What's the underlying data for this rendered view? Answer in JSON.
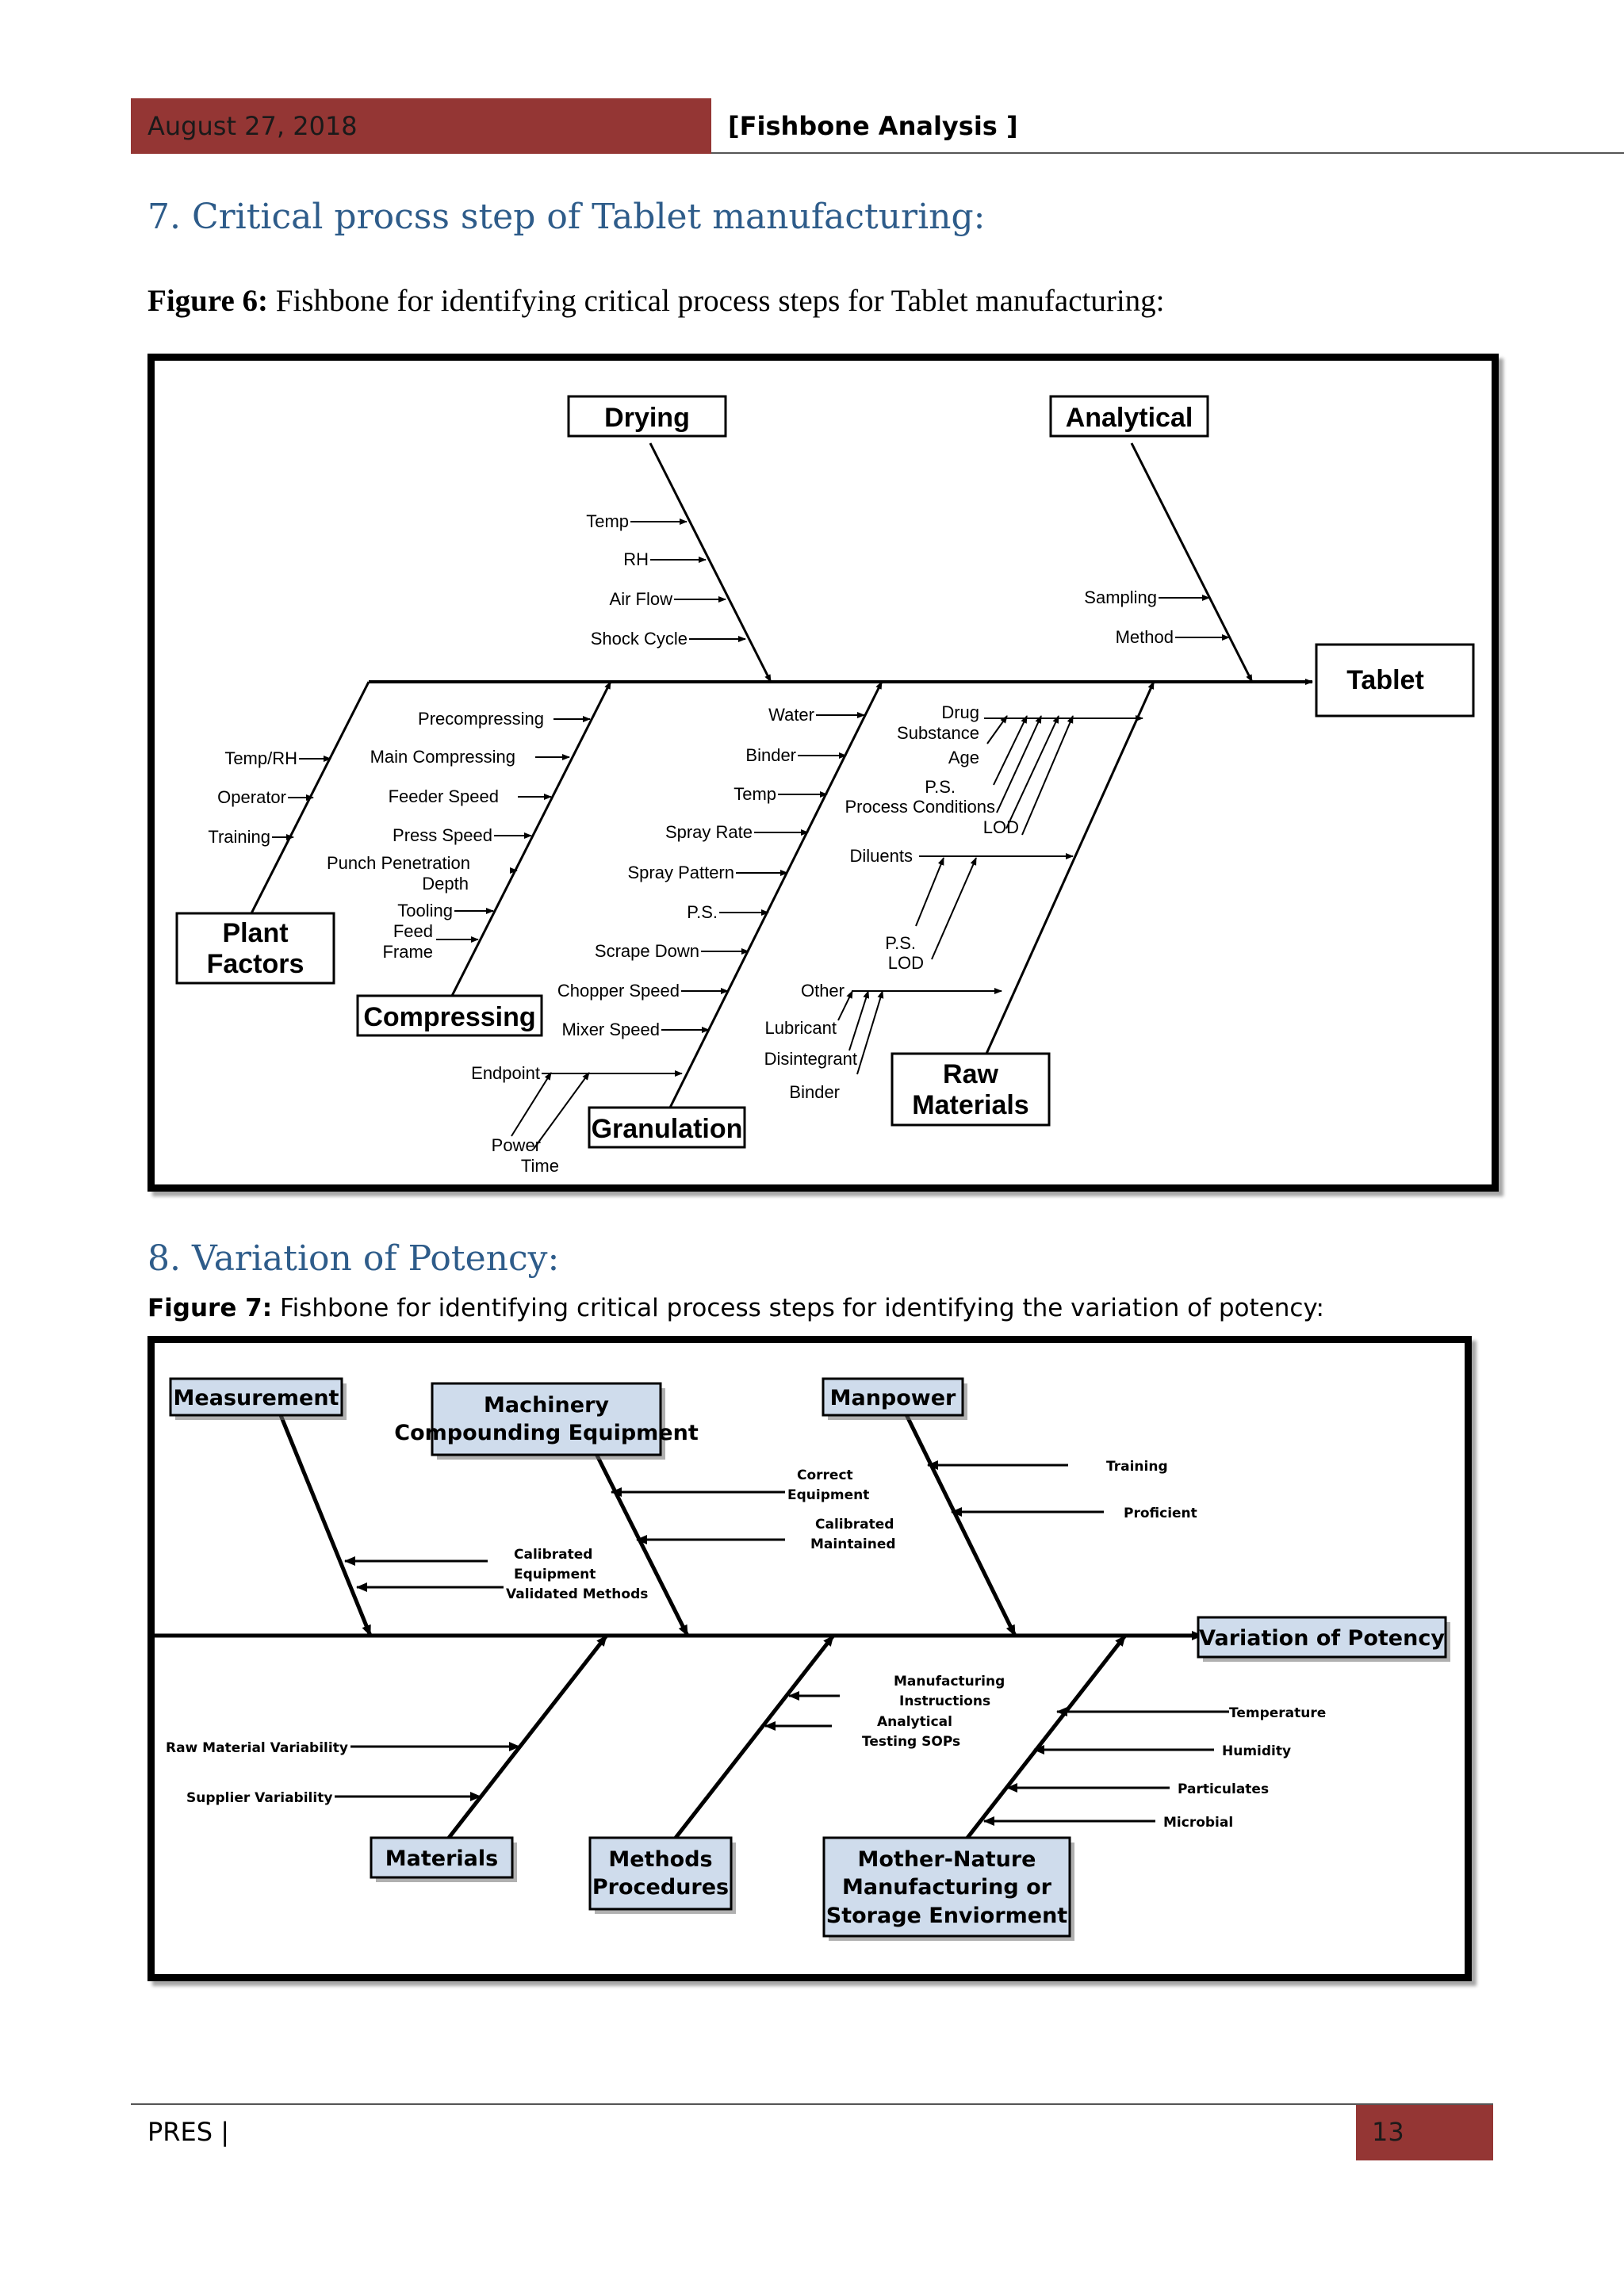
{
  "header": {
    "date": "August 27, 2018",
    "title": "[Fishbone Analysis ]"
  },
  "section7": {
    "heading": "7.  Critical procss step of Tablet manufacturing:",
    "caption_bold": "Figure 6:",
    "caption_text": " Fishbone for identifying critical process steps for Tablet manufacturing:"
  },
  "figure6": {
    "effect": "Tablet",
    "categories": {
      "drying": "Drying",
      "analytical": "Analytical",
      "plant_factors": [
        "Plant",
        "Factors"
      ],
      "compressing": "Compressing",
      "granulation": "Granulation",
      "raw_materials": [
        "Raw",
        "Materials"
      ]
    },
    "drying_causes": [
      "Temp",
      "RH",
      "Air Flow",
      "Shock Cycle"
    ],
    "analytical_causes": [
      "Sampling",
      "Method"
    ],
    "plant_factors_causes": [
      "Temp/RH",
      "Operator",
      "Training"
    ],
    "compressing_causes": [
      "Precompressing",
      "Main Compressing",
      "Feeder Speed",
      "Press Speed",
      "Punch Penetration",
      "Depth",
      "Tooling",
      "Feed",
      "Frame"
    ],
    "granulation_causes": [
      "Water",
      "Binder",
      "Temp",
      "Spray Rate",
      "Spray Pattern",
      "P.S.",
      "Scrape Down",
      "Chopper Speed",
      "Mixer Speed",
      "Endpoint",
      "Power",
      "Time"
    ],
    "raw_material_causes": [
      "Drug",
      "Substance",
      "Age",
      "P.S.",
      "Process Conditions",
      "LOD",
      "Diluents",
      "P.S.",
      "LOD",
      "Other",
      "Lubricant",
      "Disintegrant",
      "Binder"
    ]
  },
  "section8": {
    "heading": "8.  Variation of Potency:",
    "caption_bold": "Figure 7:",
    "caption_text": " Fishbone for identifying critical process steps for identifying the variation of potency:"
  },
  "figure7": {
    "effect": "Variation of Potency",
    "categories": {
      "measurement": "Measurement",
      "machinery": [
        "Machinery",
        "Compounding Equipment"
      ],
      "manpower": "Manpower",
      "materials": "Materials",
      "methods": [
        "Methods",
        "Procedures"
      ],
      "mother_nature": [
        "Mother-Nature",
        "Manufacturing or",
        "Storage Enviorment"
      ]
    },
    "measurement_causes": [
      "Calibrated",
      "Equipment",
      "Validated Methods"
    ],
    "machinery_causes": [
      "Correct",
      "Equipment",
      "Calibrated",
      "Maintained"
    ],
    "manpower_causes": [
      "Training",
      "Proficient"
    ],
    "materials_causes": [
      "Raw Material Variability",
      "Supplier Variability"
    ],
    "methods_causes": [
      "Manufacturing",
      "Instructions",
      "Analytical",
      "Testing SOPs"
    ],
    "mother_nature_causes": [
      "Temperature",
      "Humidity",
      "Particulates",
      "Microbial"
    ]
  },
  "footer": {
    "left": "PRES |",
    "page": "13"
  }
}
